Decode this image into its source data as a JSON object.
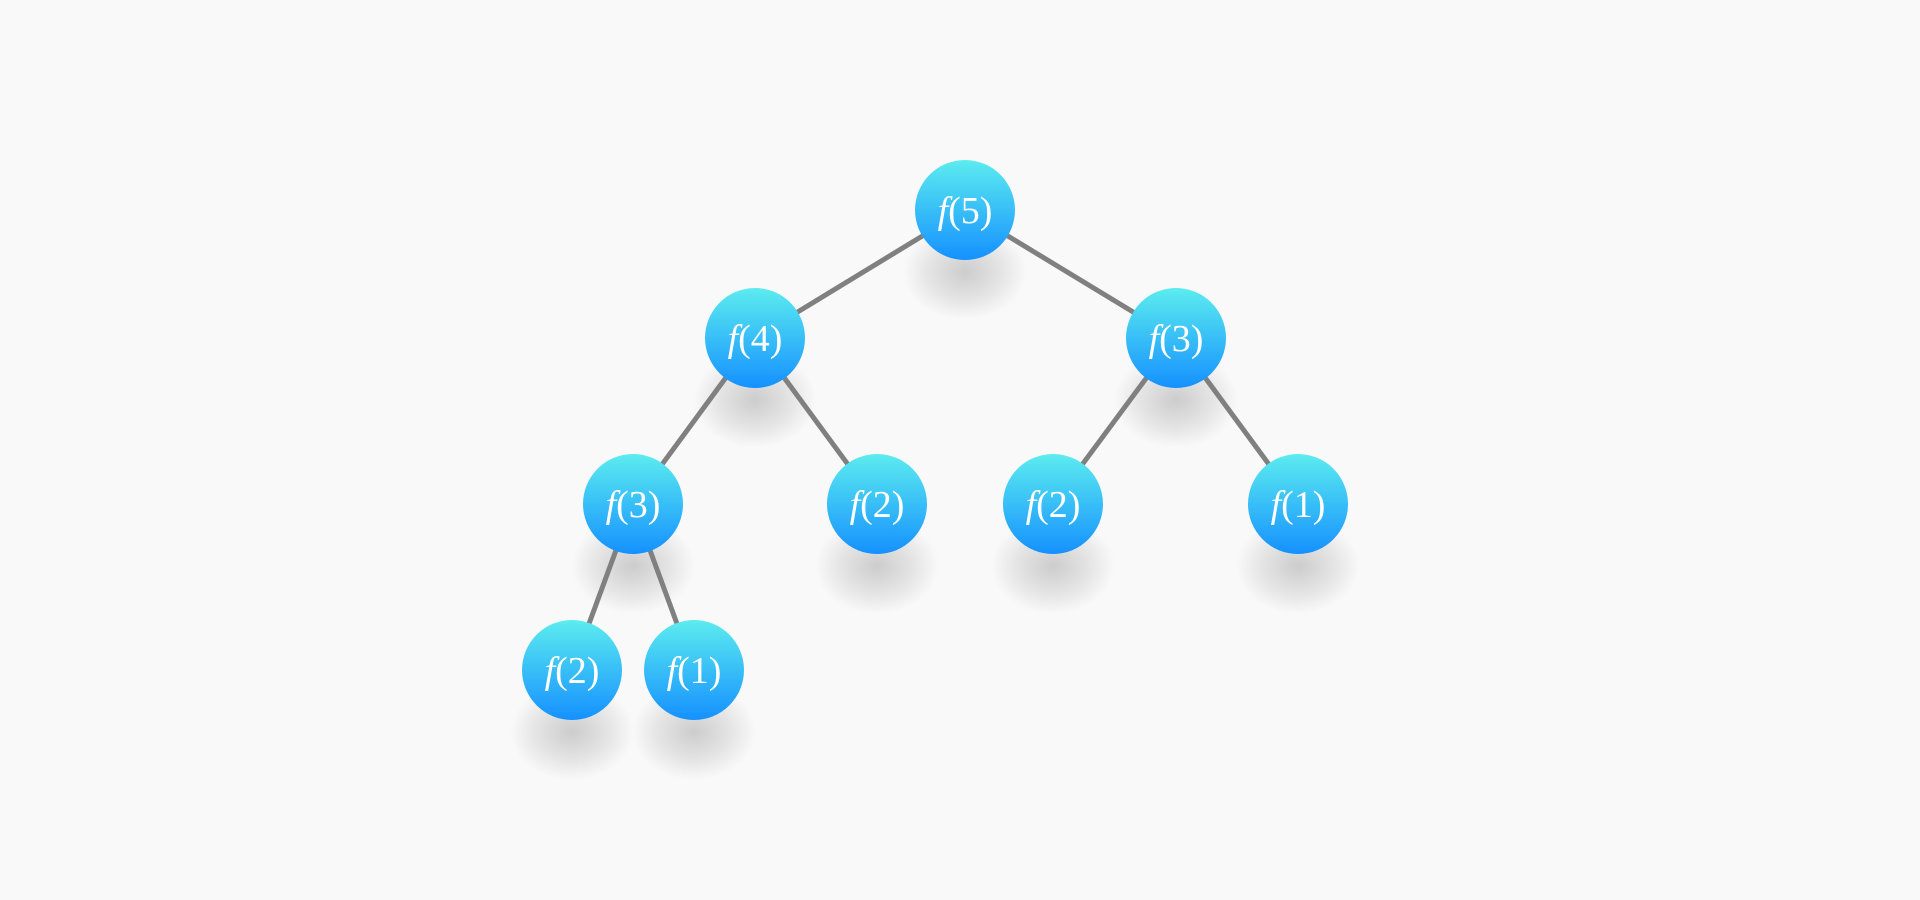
{
  "diagram": {
    "type": "tree",
    "colors": {
      "background": "#f9f9fa",
      "node_top": "#5cecef",
      "node_bottom": "#1591ff",
      "edge": "#808080",
      "label": "#ffffff"
    },
    "nodes": [
      {
        "id": "n5",
        "fn": "f",
        "arg": "5",
        "parent": null
      },
      {
        "id": "n4",
        "fn": "f",
        "arg": "4",
        "parent": "n5"
      },
      {
        "id": "n3a",
        "fn": "f",
        "arg": "3",
        "parent": "n5"
      },
      {
        "id": "n3b",
        "fn": "f",
        "arg": "3",
        "parent": "n4"
      },
      {
        "id": "n2a",
        "fn": "f",
        "arg": "2",
        "parent": "n4"
      },
      {
        "id": "n2b",
        "fn": "f",
        "arg": "2",
        "parent": "n3a"
      },
      {
        "id": "n1a",
        "fn": "f",
        "arg": "1",
        "parent": "n3a"
      },
      {
        "id": "n2c",
        "fn": "f",
        "arg": "2",
        "parent": "n3b"
      },
      {
        "id": "n1b",
        "fn": "f",
        "arg": "1",
        "parent": "n3b"
      }
    ]
  }
}
